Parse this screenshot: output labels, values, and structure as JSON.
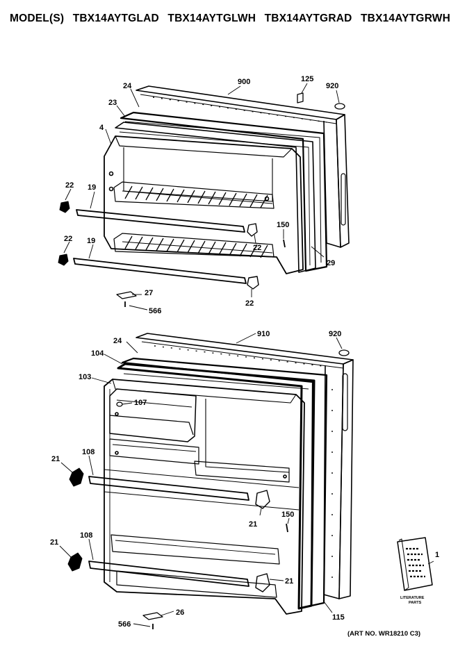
{
  "header": {
    "prefix": "MODEL(S)",
    "models": [
      "TBX14AYTGLAD",
      "TBX14AYTGLWH",
      "TBX14AYTGRAD",
      "TBX14AYTGRWH"
    ]
  },
  "upper_callouts": {
    "c900": "900",
    "c125": "125",
    "c920": "920",
    "c24": "24",
    "c23": "23",
    "c4": "4",
    "c22a": "22",
    "c19a": "19",
    "c150": "150",
    "c22b": "22",
    "c29": "29",
    "c22c": "22",
    "c19b": "19",
    "c27": "27",
    "c566": "566",
    "c22d": "22"
  },
  "lower_callouts": {
    "c910": "910",
    "c920": "920",
    "c24": "24",
    "c104": "104",
    "c103": "103",
    "c107": "107",
    "c108a": "108",
    "c21a": "21",
    "c21b": "21",
    "c150": "150",
    "c108b": "108",
    "c21c": "21",
    "c21d": "21",
    "c1": "1",
    "c115": "115",
    "c566": "566",
    "c26": "26"
  },
  "literature": {
    "line1": "LITERATURE",
    "line2": "PARTS"
  },
  "footer": {
    "art_no": "(ART NO. WR18210 C3)"
  }
}
